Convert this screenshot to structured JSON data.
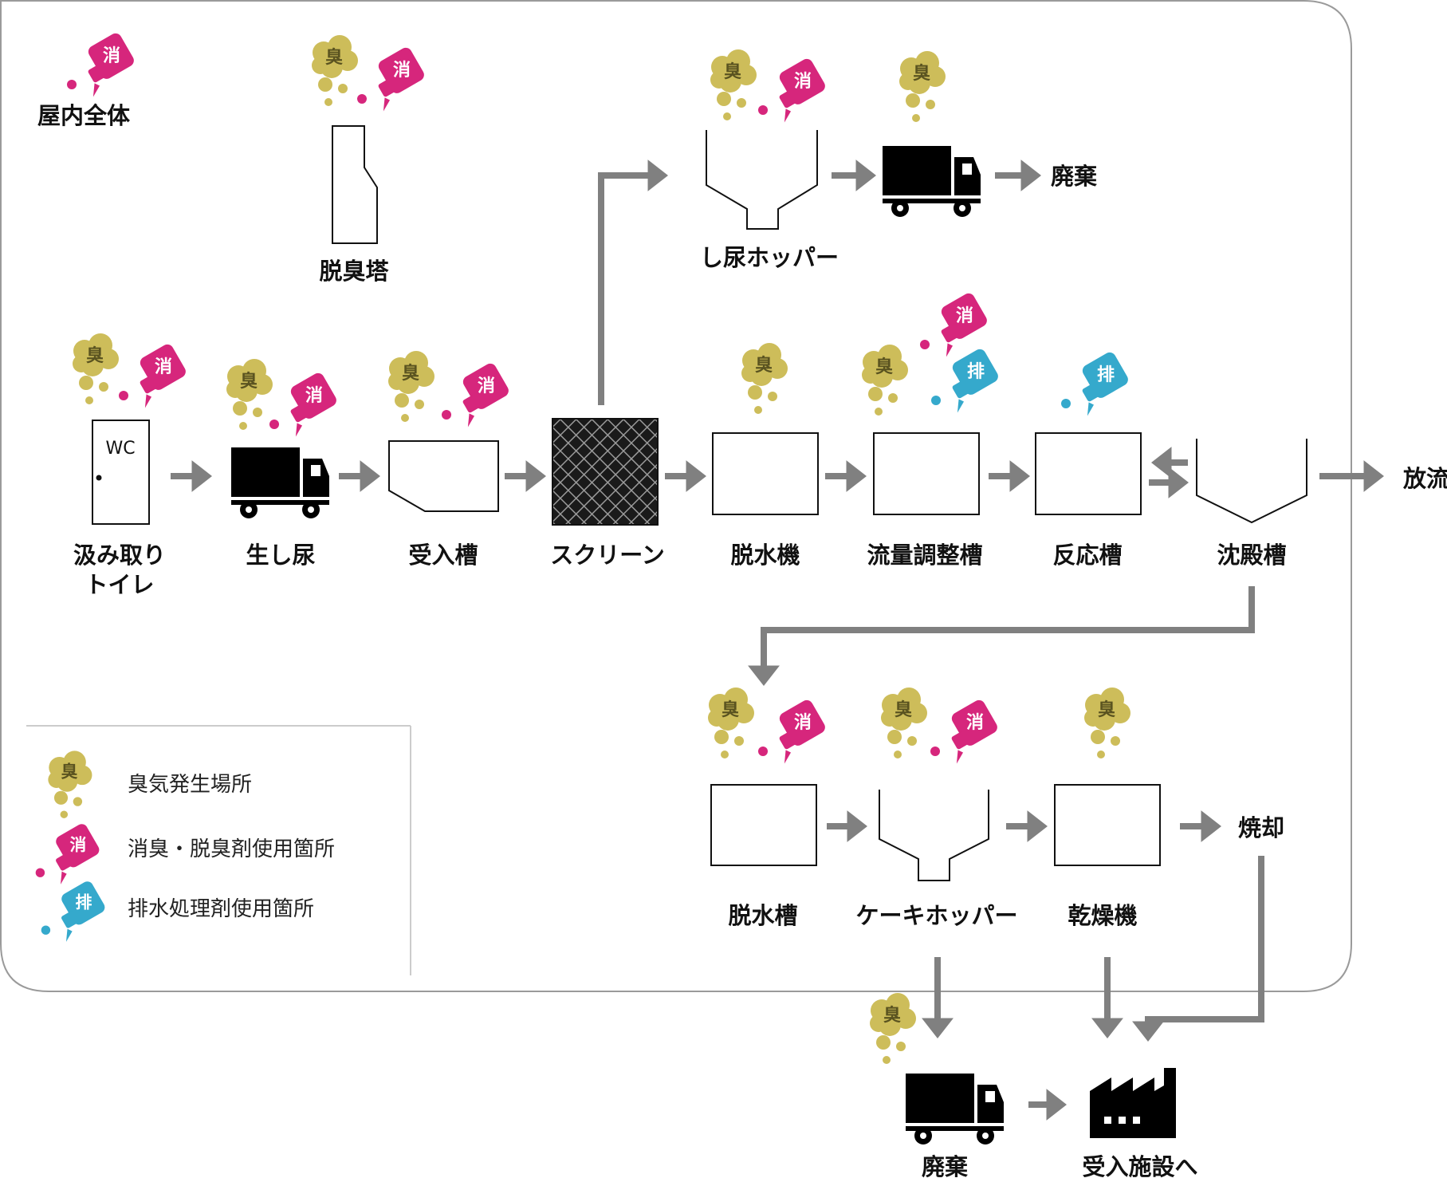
{
  "colors": {
    "odor": "#cdbd5a",
    "deodorant": "#d6267c",
    "drain": "#35a9cc",
    "arrow": "#808080",
    "frame": "#9a9a9a",
    "ink": "#111111"
  },
  "badges": {
    "odor": "臭",
    "deodorant": "消",
    "drain": "排"
  },
  "labels": {
    "indoor": "屋内全体",
    "deodor_tower": "脱臭塔",
    "hopper": "し尿ホッパー",
    "haiki_top": "廃棄",
    "toilet": "汲み取り\nトイレ",
    "toilet_line1": "汲み取り",
    "toilet_line2": "トイレ",
    "wc": "WC",
    "raw": "生し尿",
    "receive": "受入槽",
    "screen": "スクリーン",
    "dewater": "脱水機",
    "flow": "流量調整槽",
    "reaction": "反応槽",
    "settle": "沈殿槽",
    "discharge": "放流",
    "dewater_tank": "脱水槽",
    "cake": "ケーキホッパー",
    "dryer": "乾燥機",
    "incinerate": "焼却",
    "haiki_bottom": "廃棄",
    "facility": "受入施設へ"
  },
  "legend": {
    "odor_label": "臭気発生場所",
    "deodorant_label": "消臭・脱臭剤使用箇所",
    "drain_label": "排水処理剤使用箇所"
  }
}
